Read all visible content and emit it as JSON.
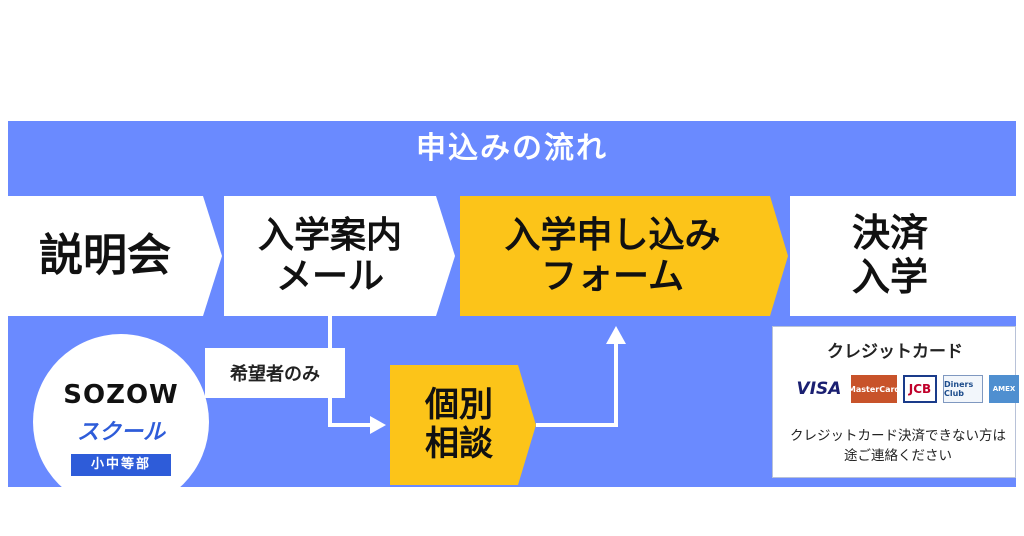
{
  "title": "申込みの流れ",
  "steps": [
    {
      "label": "説明会"
    },
    {
      "label": "入学案内\nメール"
    },
    {
      "label": "入学申し込み\nフォーム"
    },
    {
      "label": "決済\n入学"
    }
  ],
  "branch": {
    "condition_label": "希望者のみ",
    "consult_label": "個別\n相談"
  },
  "logo": {
    "name": "SOZOW",
    "subtitle": "スクール",
    "tag": "小中等部"
  },
  "payment": {
    "title": "クレジットカード",
    "brands": [
      "VISA",
      "MasterCard",
      "JCB",
      "Diners Club",
      "AMEX"
    ],
    "note": "クレジットカード決済できない方は\n途ご連絡ください"
  },
  "colors": {
    "panel": "#6a8aff",
    "highlight": "#fcc419",
    "step": "#ffffff",
    "accent": "#2e5cd9"
  }
}
